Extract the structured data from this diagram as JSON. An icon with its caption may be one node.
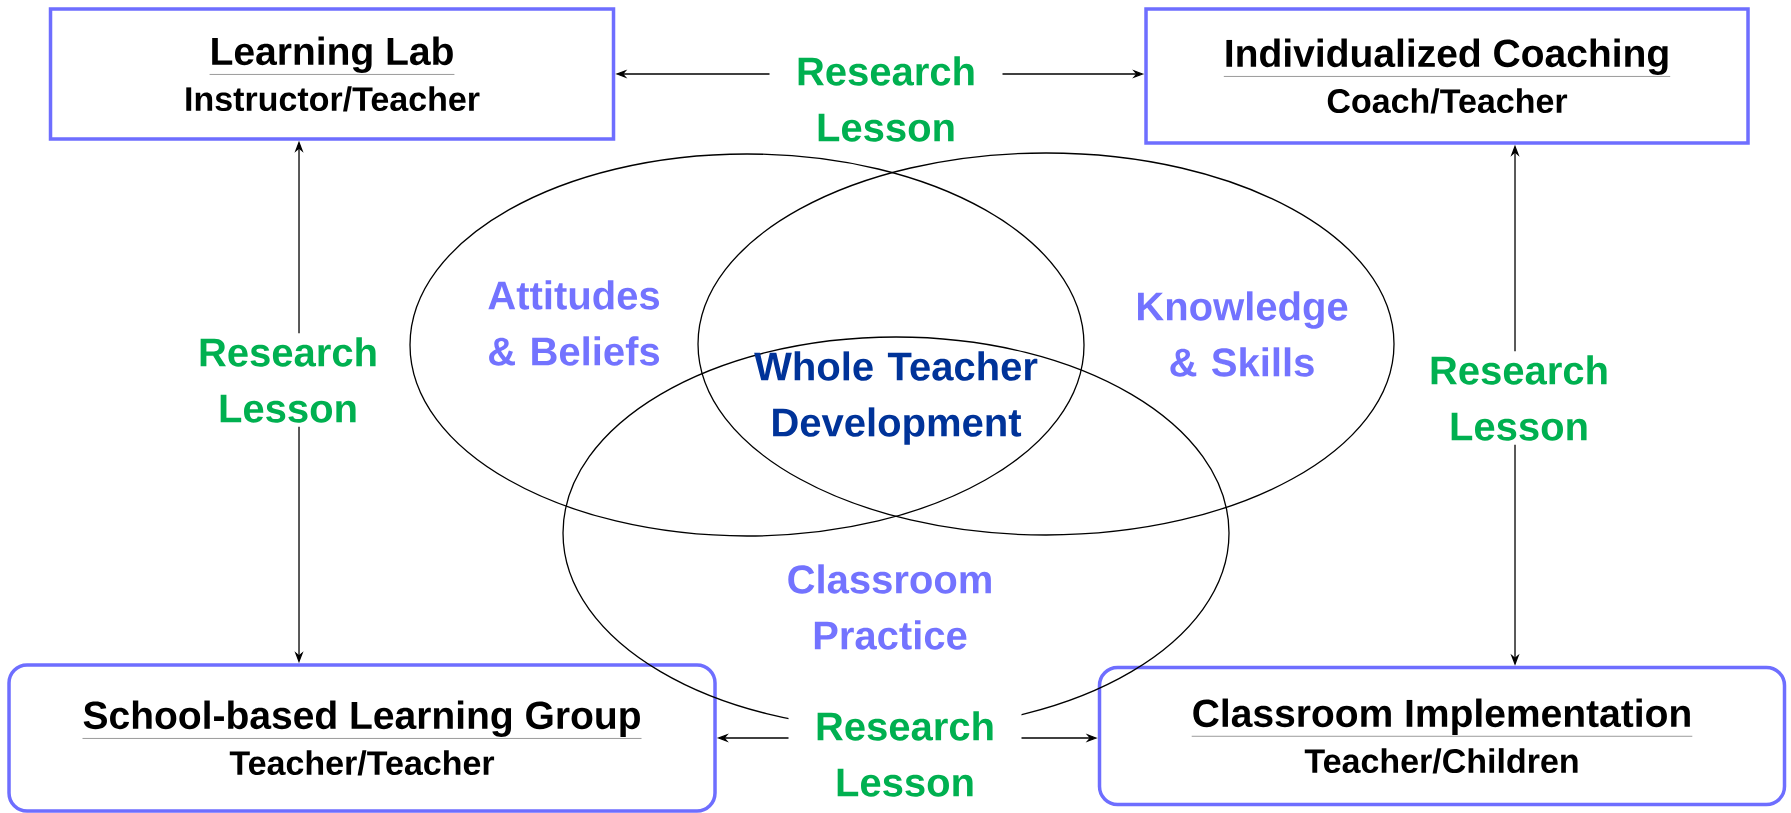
{
  "diagram": {
    "nodes": [
      {
        "text": [
          "Learning Lab",
          "Instructor/Teacher"
        ]
      },
      {
        "text": [
          "Individualized Coaching",
          "Coach/Teacher"
        ]
      },
      {
        "text": [
          "School-based Learning Group",
          "Teacher/Teacher"
        ]
      },
      {
        "text": [
          "Classroom Implementation",
          "Teacher/Children"
        ]
      },
      {
        "text": [
          "Attitudes & Beliefs"
        ]
      },
      {
        "text": [
          "Knowledge & Skills"
        ]
      },
      {
        "text": [
          "Classroom Practice"
        ]
      }
    ],
    "edges": [
      {
        "from": 0,
        "to": 1,
        "arrow": "both",
        "label": "Research Lesson"
      },
      {
        "from": 0,
        "to": 2,
        "arrow": "both",
        "label": "Research Lesson"
      },
      {
        "from": 1,
        "to": 3,
        "arrow": "both",
        "label": "Research Lesson"
      },
      {
        "from": 2,
        "to": 3,
        "arrow": "both",
        "label": "Research Lesson"
      }
    ],
    "labels": [
      "Whole Teacher Development"
    ]
  }
}
